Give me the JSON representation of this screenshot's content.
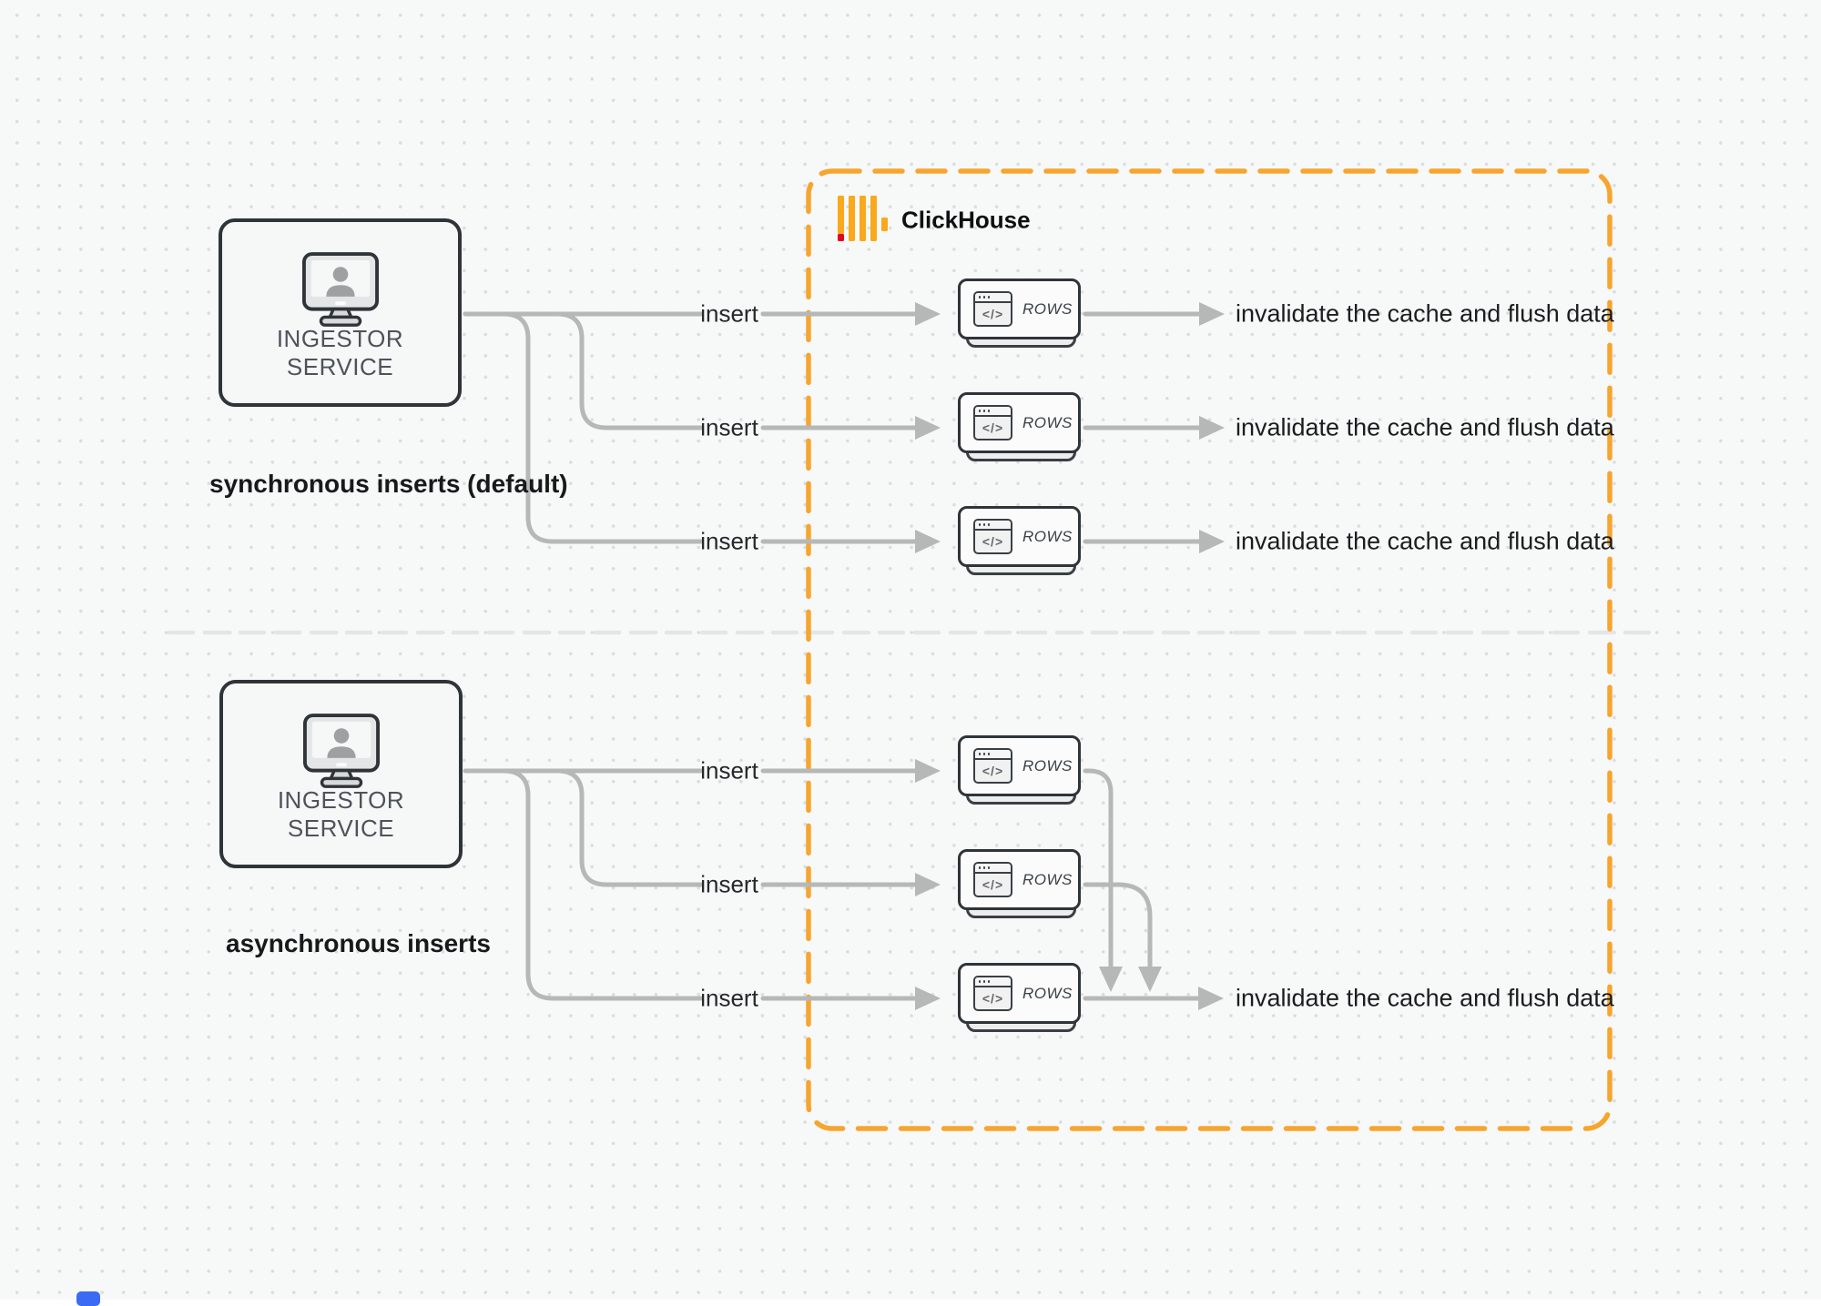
{
  "clickhouse": {
    "label": "ClickHouse"
  },
  "sync": {
    "title": "synchronous inserts (default)",
    "ingestor_label": "INGESTOR SERVICE",
    "rows": [
      {
        "insert": "insert",
        "card": "ROWS",
        "result": "invalidate the cache and flush data"
      },
      {
        "insert": "insert",
        "card": "ROWS",
        "result": "invalidate the cache and flush data"
      },
      {
        "insert": "insert",
        "card": "ROWS",
        "result": "invalidate the cache and flush data"
      }
    ]
  },
  "async": {
    "title": "asynchronous inserts",
    "ingestor_label": "INGESTOR SERVICE",
    "rows": [
      {
        "insert": "insert",
        "card": "ROWS"
      },
      {
        "insert": "insert",
        "card": "ROWS"
      },
      {
        "insert": "insert",
        "card": "ROWS"
      }
    ],
    "result": "invalidate the cache and flush data"
  },
  "icons": {
    "code_glyph": "</>"
  },
  "colors": {
    "container_border": "#F7A52F",
    "logo_bar": "#FAA81C",
    "logo_accent_red": "#E00420",
    "connector": "#B6B7B7",
    "node_border": "#2F3439",
    "divider": "#E5E5E7",
    "background": "#F7F8F8"
  }
}
